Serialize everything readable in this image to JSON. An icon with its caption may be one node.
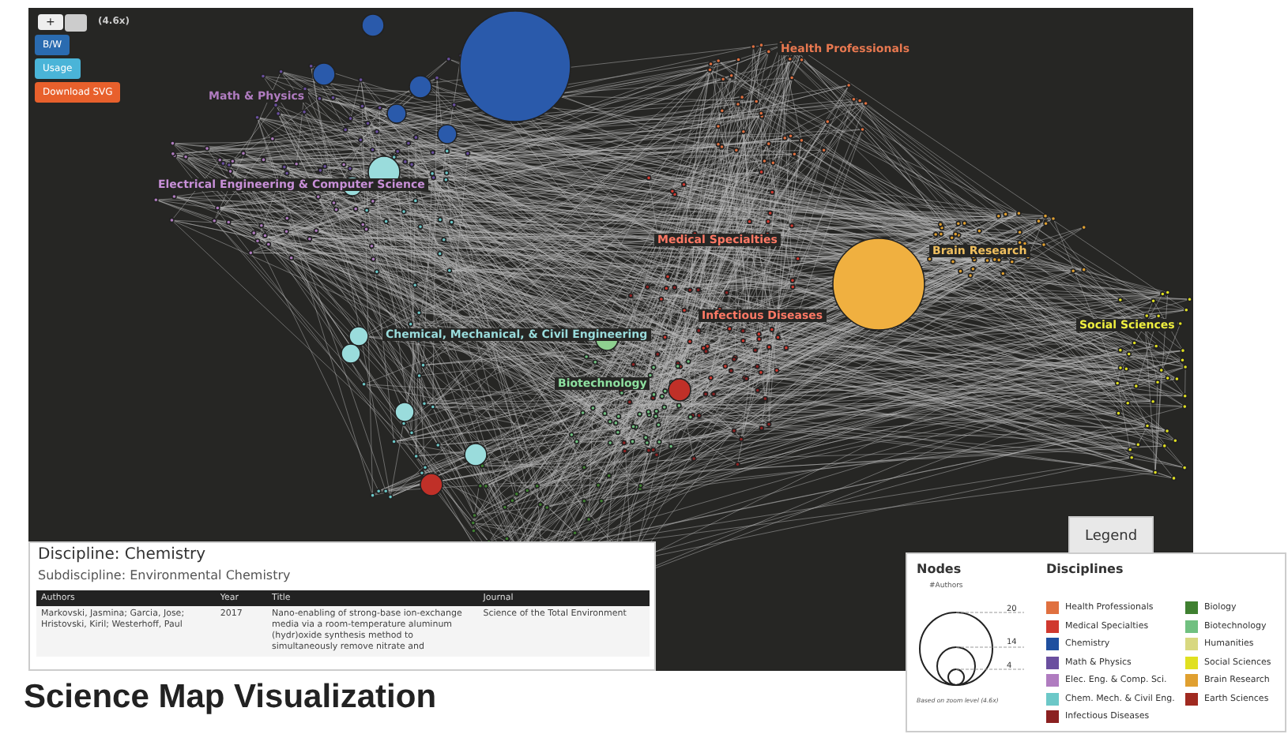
{
  "diagram": {
    "title": "Science Map Visualization",
    "labels": [
      "+",
      "(4.6x)",
      "B/W",
      "Usage",
      "Download SVG",
      "Health Professionals",
      "Math & Physics",
      "Electrical Engineering & Computer Science",
      "Medical Specialties",
      "Brain Research",
      "Infectious Diseases",
      "Chemical, Mechanical, & Civil Engineering",
      "Social Sciences",
      "Biotechnology",
      "Discipline: Chemistry",
      "Subdiscipline: Environmental Chemistry",
      "Authors",
      "Year",
      "Title",
      "Journal",
      "Markovski, Jasmina; Garcia, Jose; Hristovski, Kiril; Westerhoff, Paul",
      "2017",
      "Nano-enabling of strong-base ion-exchange media via a room-temperature aluminum (hydr)oxide synthesis method to simultaneously remove nitrate and",
      "Science of the Total Environment",
      "Legend",
      "Nodes",
      "#Authors",
      "20",
      "14",
      "4",
      "Based on zoom level (4.6x)",
      "Disciplines"
    ],
    "legend": [
      {
        "text": "Health Professionals",
        "color": "#e0703f"
      },
      {
        "text": "Medical Specialties",
        "color": "#d0392f"
      },
      {
        "text": "Chemistry",
        "color": "#1f4f9f"
      },
      {
        "text": "Math & Physics",
        "color": "#6a4f9f"
      },
      {
        "text": "Elec. Eng. & Comp. Sci.",
        "color": "#b07cc0"
      },
      {
        "text": "Chem. Mech. & Civil Eng.",
        "color": "#6cc8c8"
      },
      {
        "text": "Infectious Diseases",
        "color": "#8b2020"
      },
      {
        "text": "Biology",
        "color": "#3f8030"
      },
      {
        "text": "Biotechnology",
        "color": "#70c080"
      },
      {
        "text": "Humanities",
        "color": "#d8d880"
      },
      {
        "text": "Social Sciences",
        "color": "#e0e020"
      },
      {
        "text": "Brain Research",
        "color": "#e0a030"
      },
      {
        "text": "Earth Sciences",
        "color": "#a02a20"
      }
    ]
  }
}
